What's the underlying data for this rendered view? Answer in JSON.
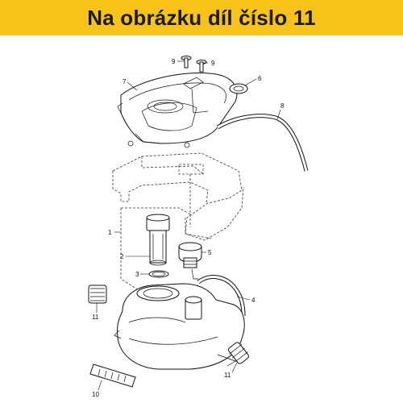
{
  "banner": {
    "text": "Na obrázku díl číslo 11",
    "background": "#f7c21a"
  },
  "callouts": [
    {
      "id": "9a",
      "label": "9"
    },
    {
      "id": "9b",
      "label": "9"
    },
    {
      "id": "7",
      "label": "7"
    },
    {
      "id": "6",
      "label": "6"
    },
    {
      "id": "8",
      "label": "8"
    },
    {
      "id": "1",
      "label": "1"
    },
    {
      "id": "2",
      "label": "2"
    },
    {
      "id": "3",
      "label": "3"
    },
    {
      "id": "5",
      "label": "5"
    },
    {
      "id": "4",
      "label": "4"
    },
    {
      "id": "11a",
      "label": "11"
    },
    {
      "id": "11b",
      "label": "11"
    },
    {
      "id": "10",
      "label": "10"
    }
  ]
}
